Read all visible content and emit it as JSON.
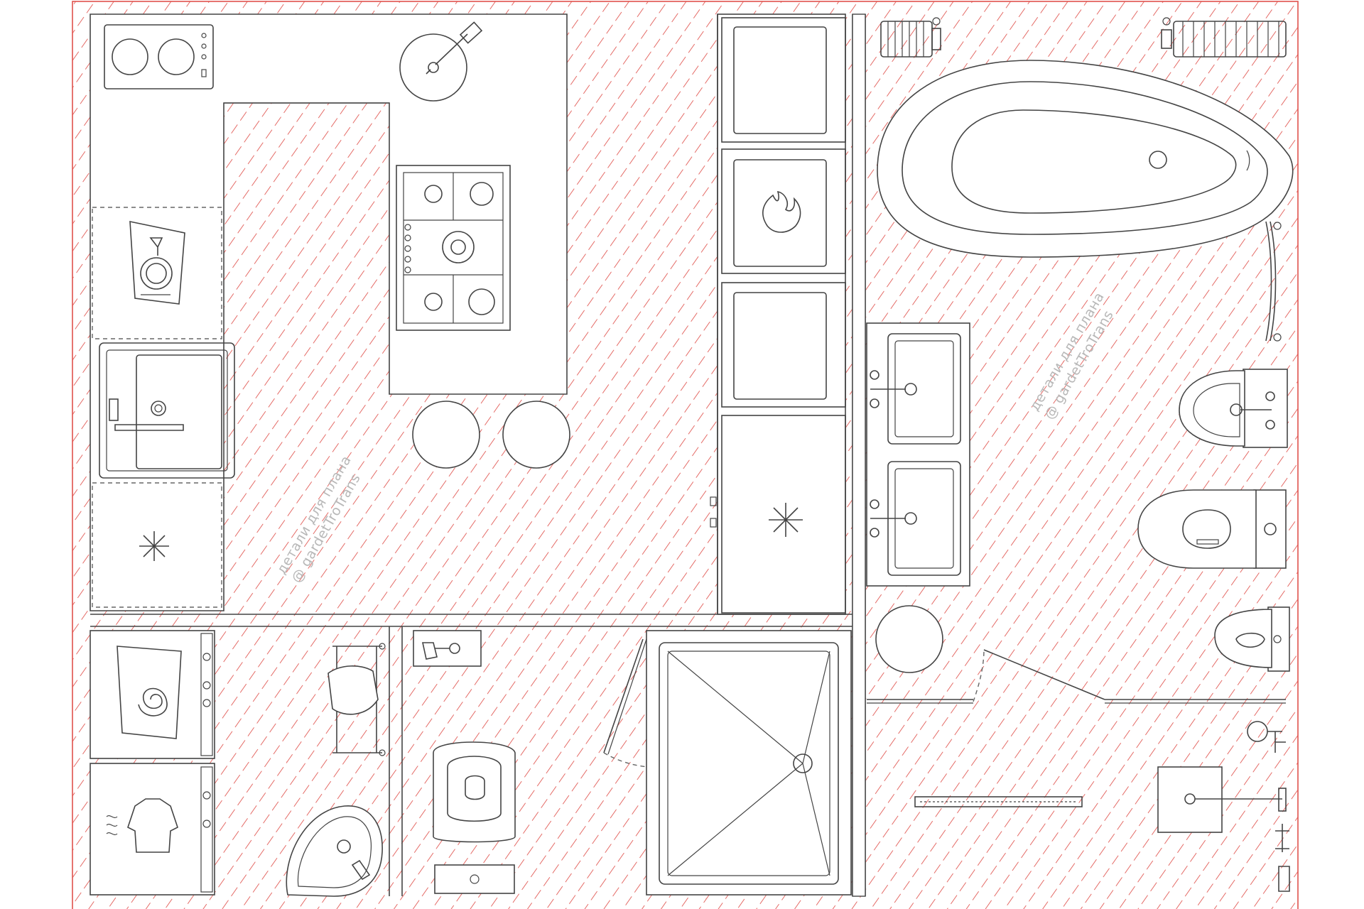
{
  "drawing": {
    "accent_color": "#e0524d",
    "line_color": "#444444",
    "background": "#ffffff"
  },
  "watermarks": [
    {
      "line1": "детали для плана",
      "line2": "@ gardetTroTrans"
    },
    {
      "line1": "детали для плана",
      "line2": "@ gardetTroTrans"
    }
  ],
  "fixtures": {
    "kitchen": [
      "induction-hob-icon",
      "island-sink-icon",
      "gas-hob-icon",
      "dishwasher-icon",
      "kitchen-sink-icon",
      "freezer-icon",
      "bar-stool-icon"
    ],
    "tall_units": [
      "cabinet-icon",
      "oven-icon",
      "cabinet-icon",
      "fridge-icon"
    ],
    "laundry": [
      "washing-machine-icon",
      "dryer-icon",
      "towel-rail-icon",
      "toilet-icon",
      "basin-icon"
    ],
    "bathroom": [
      "bathtub-icon",
      "radiator-icon",
      "double-basin-icon",
      "bidet-icon",
      "toilet-icon",
      "urinal-icon",
      "shower-tray-icon",
      "drain-channel-icon"
    ]
  }
}
